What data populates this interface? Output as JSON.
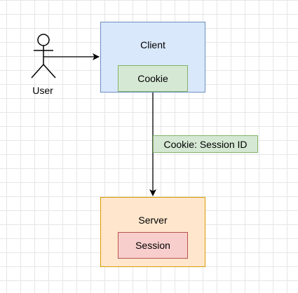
{
  "colors": {
    "client_fill": "#dae8fc",
    "client_stroke": "#6c8ebf",
    "cookie_fill": "#d5e8d4",
    "cookie_stroke": "#82b366",
    "server_fill": "#ffe6cc",
    "server_stroke": "#d79b00",
    "session_fill": "#f8cecc",
    "session_stroke": "#b85450",
    "edge": "#000000"
  },
  "actor": {
    "label": "User",
    "icon": "stick-figure-icon"
  },
  "client": {
    "label": "Client"
  },
  "cookie": {
    "label": "Cookie"
  },
  "server": {
    "label": "Server"
  },
  "session": {
    "label": "Session"
  },
  "edges": {
    "cookie_to_server": {
      "label": "Cookie: Session ID"
    }
  }
}
